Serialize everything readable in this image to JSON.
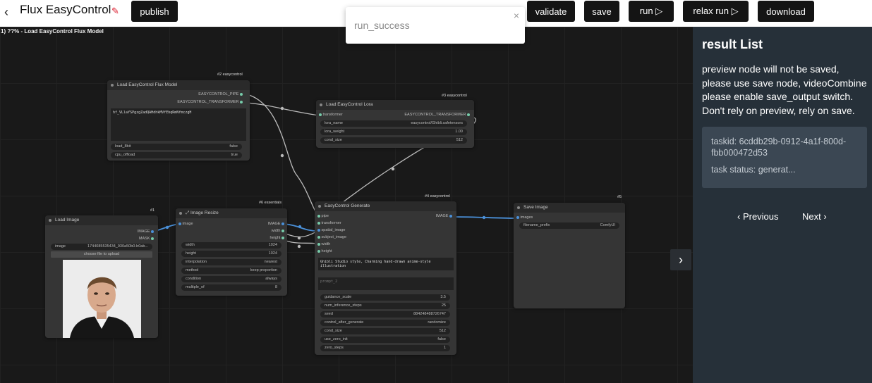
{
  "header": {
    "back_icon": "chevron-left-icon",
    "title": "Flux EasyControl",
    "edit_icon": "pencil-icon",
    "publish": "publish",
    "validate": "validate",
    "save": "save",
    "run": "run ▷",
    "relax_run": "relax run ▷",
    "download": "download"
  },
  "toast": {
    "message": "run_success",
    "close": "×"
  },
  "canvas": {
    "breadcrumb": "1) ??% - Load EasyControl Flux Model",
    "nodes": {
      "flux_model": {
        "tag": "#2 easycontrol",
        "title": "Load EasyControl Flux Model",
        "out1": "EASYCONTROL_PIPE",
        "out2": "EASYCONTROL_TRANSFORMER",
        "token": "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",
        "w_load_8bit": "load_8bit",
        "w_load_8bit_val": "false",
        "w_cpu_offload": "cpu_offload",
        "w_cpu_offload_val": "true"
      },
      "lora": {
        "tag": "#3 easycontrol",
        "title": "Load EasyControl Lora",
        "in1": "transformer",
        "out1": "EASYCONTROL_TRANSFORMER",
        "w1": "lora_name",
        "w1v": "easycontrol/Ghibli.safetensors",
        "w2": "lora_weight",
        "w2v": "1.00",
        "w3": "cond_size",
        "w3v": "512"
      },
      "load_image": {
        "tag": "#1",
        "title": "Load Image",
        "out1": "IMAGE",
        "out2": "MASK",
        "w1": "image",
        "w1v": "1744085535434_930a50b0-b0ab...",
        "upload": "choose file to upload"
      },
      "resize": {
        "tag": "#6 essentials",
        "title": "Image Resize",
        "in1": "image",
        "out1": "IMAGE",
        "out2": "width",
        "out3": "height",
        "w1": "width",
        "w1v": "1024",
        "w2": "height",
        "w2v": "1024",
        "w3": "interpolation",
        "w3v": "nearest",
        "w4": "method",
        "w4v": "keep proportion",
        "w5": "condition",
        "w5v": "always",
        "w6": "multiple_of",
        "w6v": "8"
      },
      "generate": {
        "tag": "#4 easycontrol",
        "title": "EasyControl Generate",
        "in1": "pipe",
        "in2": "transformer",
        "in3": "spatial_image",
        "in4": "subject_image",
        "in5": "width",
        "in6": "height",
        "out1": "IMAGE",
        "prompt": "Ghibli Studio style, Charming hand-drawn anime-style illustration",
        "prompt2": "prompt_2",
        "w1": "guidance_scale",
        "w1v": "3.5",
        "w2": "num_inference_steps",
        "w2v": "25",
        "w3": "seed",
        "w3v": "884248488726747",
        "w4": "control_after_generate",
        "w4v": "randomize",
        "w5": "cond_size",
        "w5v": "512",
        "w6": "use_zero_init",
        "w6v": "false",
        "w7": "zero_steps",
        "w7v": "1"
      },
      "save_image": {
        "tag": "#5",
        "title": "Save Image",
        "in1": "images",
        "w1": "filename_prefix",
        "w1v": "ComfyUI"
      }
    }
  },
  "panel": {
    "title": "result List",
    "note": "preview node will not be saved, please use save node, videoCombine please enable save_output switch. Don't rely on preview, rely on save.",
    "taskid": "taskid: 6cddb29b-0912-4a1f-800d-fbb000472d53",
    "status": "task status: generat...",
    "previous": "‹ Previous",
    "next": "Next ›"
  },
  "colors": {
    "topbar": "#ffffff",
    "button": "#141414",
    "panel": "#263039",
    "card": "#3b4753",
    "link": "#4aa3df"
  }
}
